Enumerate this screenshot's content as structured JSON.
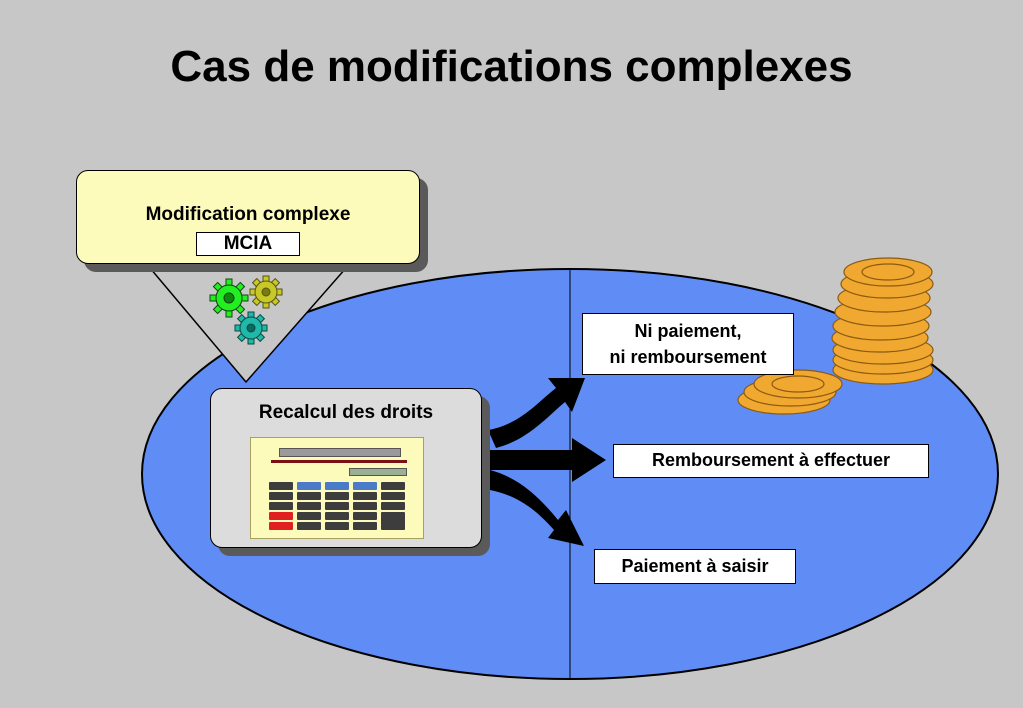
{
  "title": "Cas de modifications complexes",
  "modification": {
    "label": "Modification complexe",
    "code": "MCIA"
  },
  "recalcul": {
    "label": "Recalcul des droits"
  },
  "outcomes": {
    "no_payment_line1": "Ni paiement,",
    "no_payment_line2": "ni remboursement",
    "refund": "Remboursement à effectuer",
    "payment": "Paiement à saisir"
  },
  "colors": {
    "background": "#c7c7c7",
    "ellipse": "#5f8cf5",
    "modification_box": "#fdfbbc",
    "gear_green": "#22ee22",
    "gear_olive": "#c8c828",
    "gear_teal": "#20b8a8",
    "coin": "#f0a830"
  },
  "icons": [
    "gear-icon",
    "calculator-icon",
    "coins-icon",
    "arrow-icon"
  ]
}
